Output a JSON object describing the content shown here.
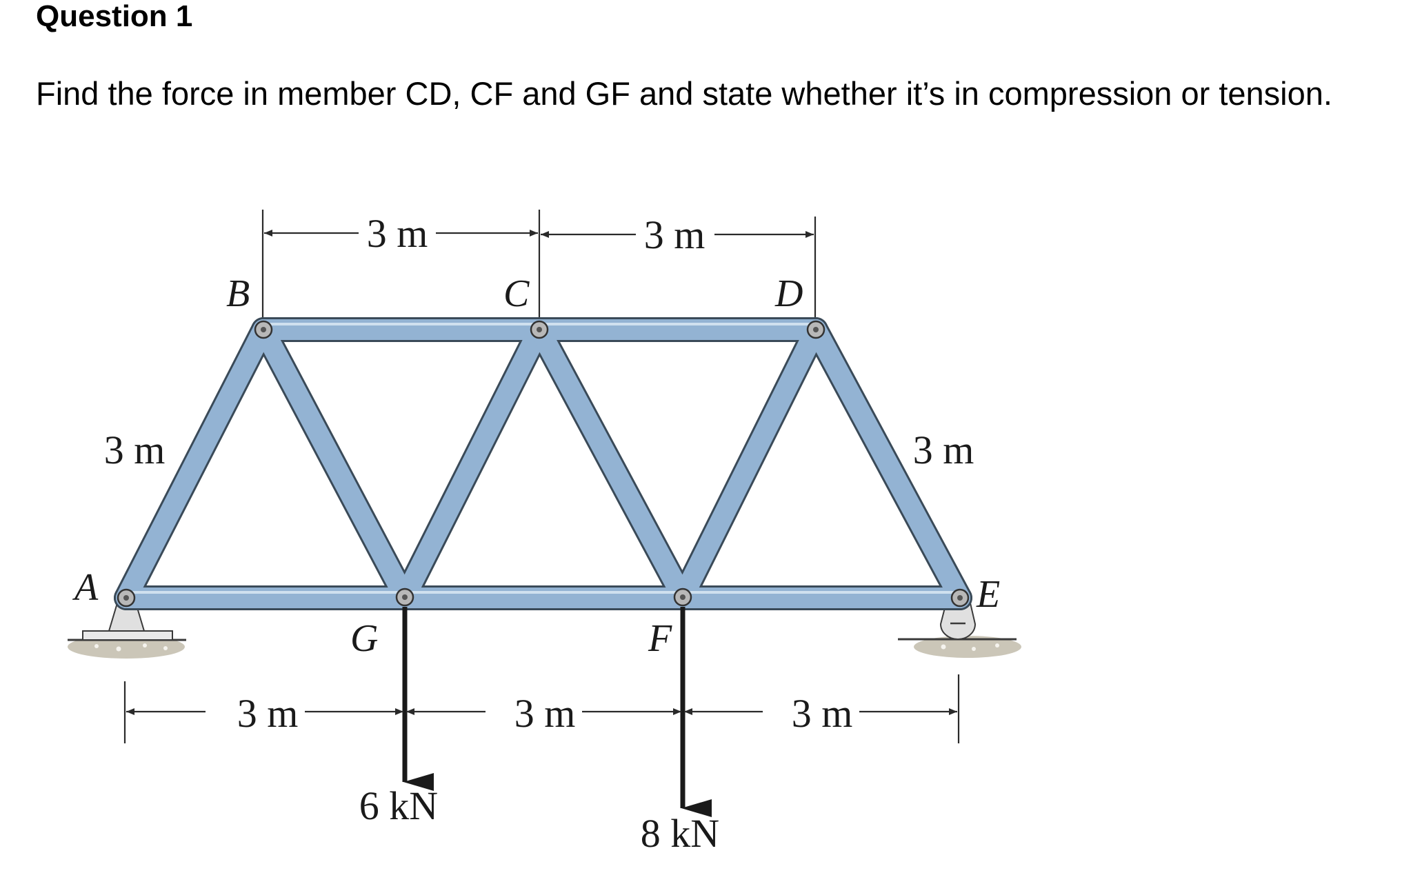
{
  "question": {
    "title": "Question 1",
    "text": "Find the force in member CD, CF and GF and state whether it’s in compression or tension."
  },
  "diagram": {
    "nodes": {
      "A": "A",
      "B": "B",
      "C": "C",
      "D": "D",
      "E": "E",
      "F": "F",
      "G": "G"
    },
    "members": [
      "AB",
      "BC",
      "CD",
      "DE",
      "AG",
      "GF",
      "FE",
      "BG",
      "GC",
      "CF",
      "FD"
    ],
    "dimensions": {
      "top_left": "3 m",
      "top_right": "3 m",
      "left_side": "3 m",
      "right_side": "3 m",
      "bottom_left": "3 m",
      "bottom_mid": "3 m",
      "bottom_right": "3 m"
    },
    "loads": [
      {
        "node": "G",
        "label": "6 kN",
        "value_kN": 6,
        "direction": "down"
      },
      {
        "node": "F",
        "label": "8 kN",
        "value_kN": 8,
        "direction": "down"
      }
    ],
    "supports": {
      "A": "pin",
      "E": "roller"
    },
    "colors": {
      "member": "#93b3d3",
      "member_edge": "#3a4a58",
      "support": "#e0e0e0",
      "ground": "#cbc6b8"
    }
  }
}
